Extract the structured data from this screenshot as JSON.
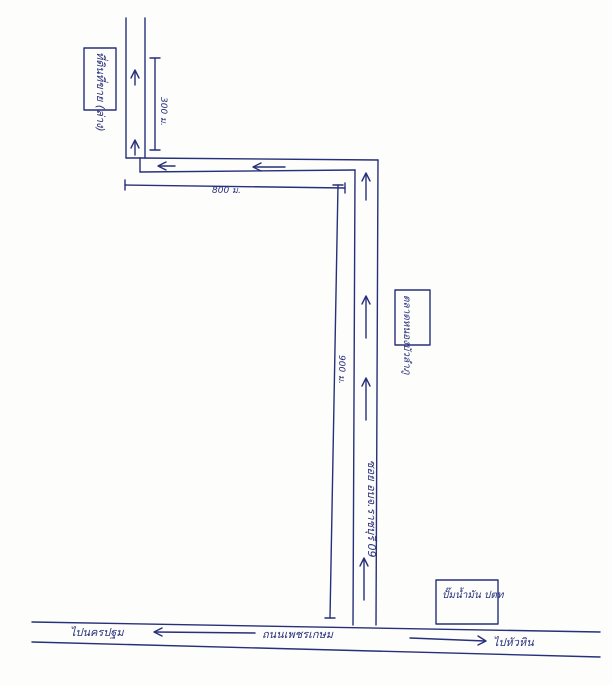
{
  "map": {
    "labels": {
      "top_building": "ที่ดินที่ขาย (ล่าง)",
      "distance_top": "300 ม.",
      "distance_middle": "800 ม.",
      "right_building": "ตลาดหนองบัวลำภู",
      "distance_long": "900 ม.",
      "side_road": "ซอย อบจ.ราชบุรี 09",
      "gas_station": "ปั๊มน้ำมัน ปตท",
      "main_road": "ถนนเพชรเกษม",
      "to_left": "ไปนครปฐม",
      "to_right": "ไปหัวหิน"
    },
    "ink_color": "#27307a"
  }
}
